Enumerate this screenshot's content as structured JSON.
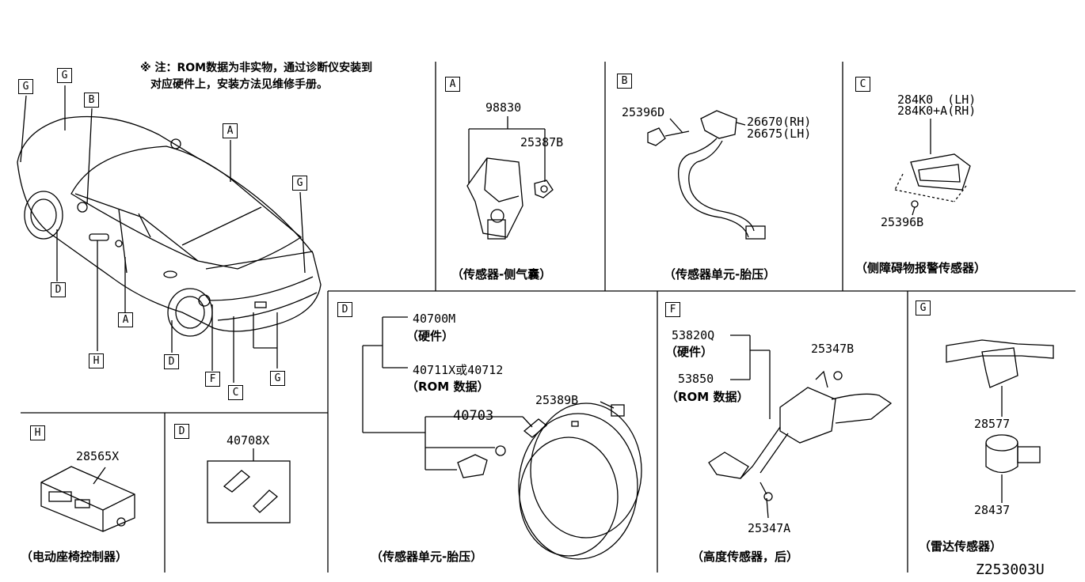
{
  "note": {
    "line1": "※ 注：ROM数据为非实物，通过诊断仪安装到",
    "line2": "对应硬件上，安装方法见维修手册。"
  },
  "vehicle_labels": {
    "g1": "G",
    "g2": "G",
    "b": "B",
    "a": "A",
    "g3": "G",
    "d": "D",
    "a2": "A",
    "h": "H",
    "d2": "D",
    "f": "F",
    "c": "C",
    "g4": "G"
  },
  "section_a": {
    "letter": "A",
    "part1": "98830",
    "part2": "25387B",
    "caption": "（传感器-侧气囊）"
  },
  "section_b": {
    "letter": "B",
    "part1": "25396D",
    "part2": "26670(RH)",
    "part3": "26675(LH)",
    "caption": "（传感器单元-胎压）"
  },
  "section_c": {
    "letter": "C",
    "part1": "284K0  (LH)",
    "part2": "284K0+A(RH)",
    "part3": "25396B",
    "caption": "（侧障碍物报警传感器）"
  },
  "section_d": {
    "letter": "D",
    "part1": "40700M",
    "part1_sub": "（硬件）",
    "part2": "40711X或40712",
    "part2_sub": "（ROM 数据）",
    "part3": "40703",
    "part4": "25389B",
    "caption": "（传感器单元-胎压）"
  },
  "section_f": {
    "letter": "F",
    "part1": "53820Q",
    "part1_sub": "（硬件）",
    "part2": "53850",
    "part2_sub": "（ROM 数据）",
    "part3": "25347B",
    "part4": "25347A",
    "caption": "（高度传感器，后）"
  },
  "section_g": {
    "letter": "G",
    "part1": "28577",
    "part2": "28437",
    "caption": "（雷达传感器）"
  },
  "section_h": {
    "letter": "H",
    "part1": "28565X",
    "caption": "（电动座椅控制器）"
  },
  "section_d2": {
    "letter": "D",
    "part1": "40708X"
  },
  "diagram_code": "Z253003U"
}
